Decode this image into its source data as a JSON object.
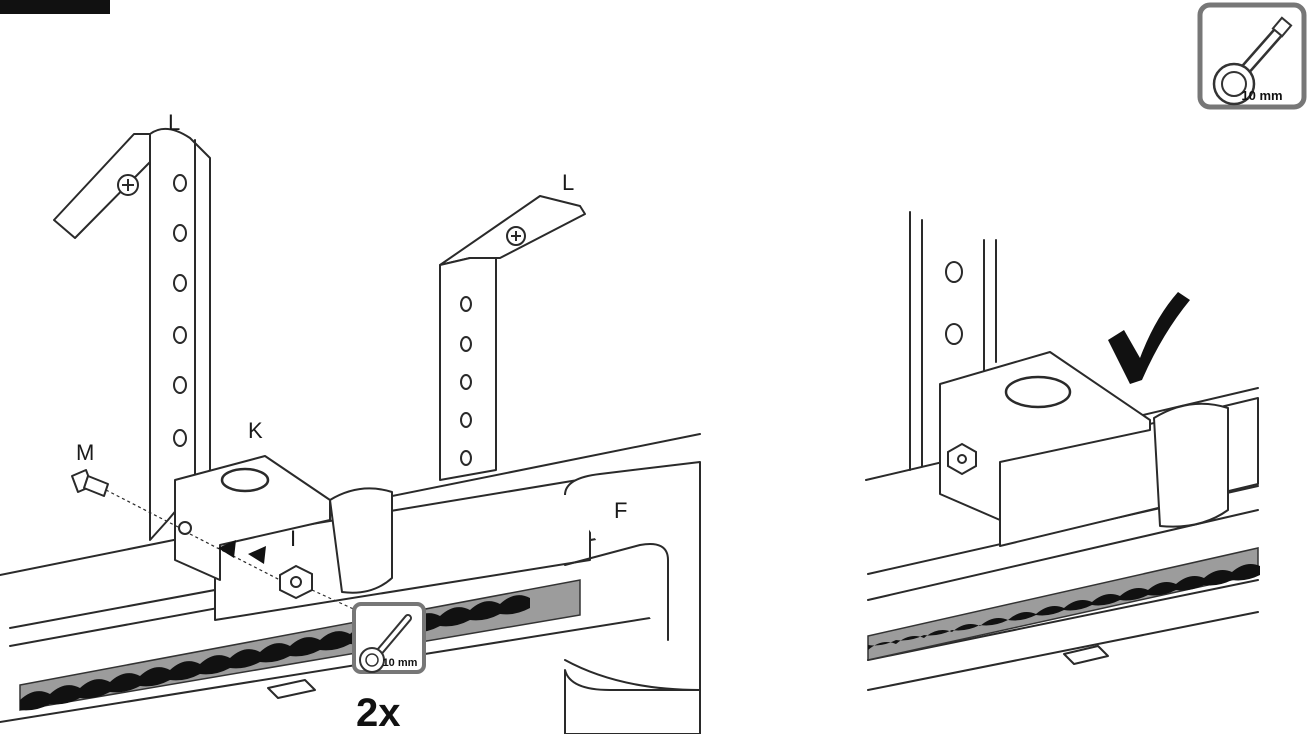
{
  "labels": {
    "bracket_left": "L",
    "bracket_right": "L",
    "clamp": "K",
    "bolt": "M",
    "nut": "I",
    "cover": "F"
  },
  "quantity": "2x",
  "tool_badge_top": {
    "text": "10 mm"
  },
  "tool_badge_inline": {
    "text": "10 mm"
  }
}
